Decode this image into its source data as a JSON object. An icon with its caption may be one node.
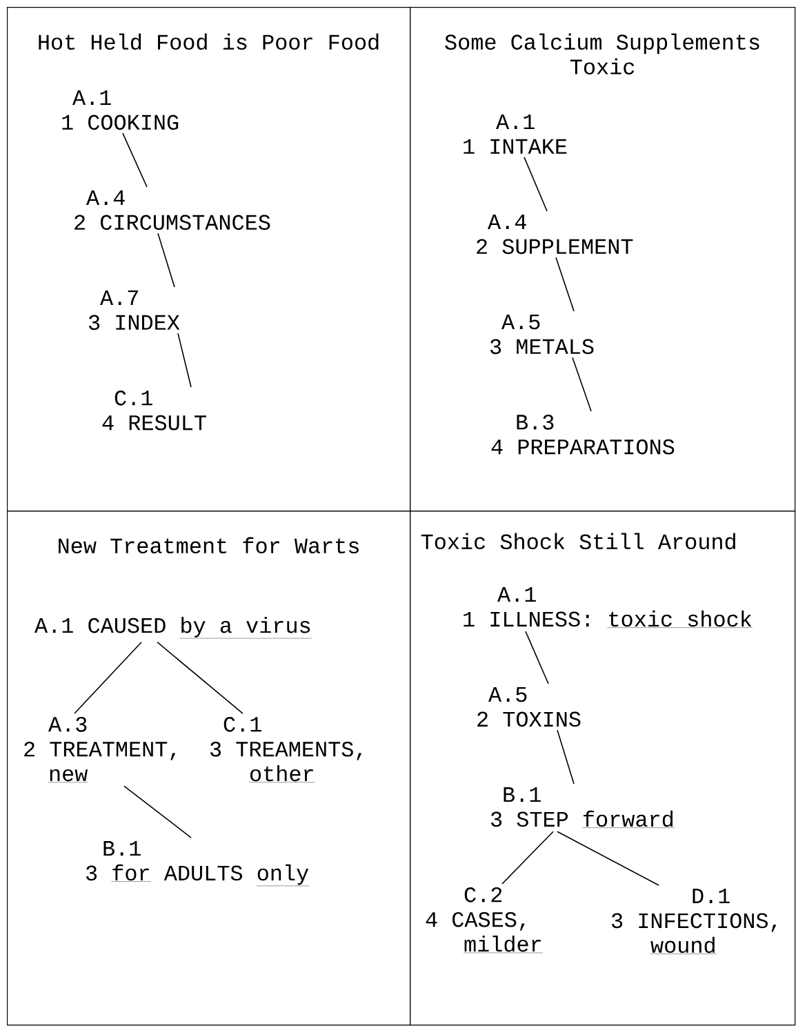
{
  "diagram": {
    "nodes": [
      {
        "text": [
          "Hot Held Food is Poor Food"
        ]
      },
      {
        "text": [
          "A.1",
          "1 COOKING"
        ],
        "in": 0
      },
      {
        "text": [
          "A.4",
          "2 CIRCUMSTANCES"
        ],
        "in": 0
      },
      {
        "text": [
          "A.7",
          "3 INDEX"
        ],
        "in": 0
      },
      {
        "text": [
          "C.1",
          "4 RESULT"
        ],
        "in": 0
      },
      {
        "text": [
          "Some Calcium Supplements Toxic"
        ]
      },
      {
        "text": [
          "A.1",
          "1 INTAKE"
        ],
        "in": 5
      },
      {
        "text": [
          "A.4",
          "2 SUPPLEMENT"
        ],
        "in": 5
      },
      {
        "text": [
          "A.5",
          "3 METALS"
        ],
        "in": 5
      },
      {
        "text": [
          "B.3",
          "4 PREPARATIONS"
        ],
        "in": 5
      },
      {
        "text": [
          "New Treatment for Warts"
        ]
      },
      {
        "text": [
          "A.1",
          "CAUSED",
          "by a virus"
        ],
        "in": 10
      },
      {
        "text": [
          "A.3",
          "2 TREATMENT,",
          "new"
        ],
        "in": 10
      },
      {
        "text": [
          "C.1",
          "3 TREAMENTS,",
          "other"
        ],
        "in": 10
      },
      {
        "text": [
          "B.1",
          "3",
          "for",
          "ADULTS",
          "only"
        ],
        "in": 10
      },
      {
        "text": [
          "Toxic Shock Still Around"
        ]
      },
      {
        "text": [
          "A.1",
          "1 ILLNESS:",
          "toxic shock"
        ],
        "in": 15
      },
      {
        "text": [
          "A.5",
          "2 TOXINS"
        ],
        "in": 15
      },
      {
        "text": [
          "B.1",
          "3 STEP",
          "forward"
        ],
        "in": 15
      },
      {
        "text": [
          "C.2",
          "4 CASES,",
          "milder"
        ],
        "in": 15
      },
      {
        "text": [
          "D.1",
          "3 INFECTIONS,",
          "wound"
        ],
        "in": 15
      }
    ],
    "edges": [
      {
        "from": 1,
        "to": 2,
        "arrow": "none"
      },
      {
        "from": 2,
        "to": 3,
        "arrow": "none"
      },
      {
        "from": 3,
        "to": 4,
        "arrow": "none"
      },
      {
        "from": 6,
        "to": 7,
        "arrow": "none"
      },
      {
        "from": 7,
        "to": 8,
        "arrow": "none"
      },
      {
        "from": 8,
        "to": 9,
        "arrow": "none"
      },
      {
        "from": 11,
        "to": 12,
        "arrow": "none"
      },
      {
        "from": 11,
        "to": 13,
        "arrow": "none"
      },
      {
        "from": 12,
        "to": 14,
        "arrow": "none"
      },
      {
        "from": 16,
        "to": 17,
        "arrow": "none"
      },
      {
        "from": 17,
        "to": 18,
        "arrow": "none"
      },
      {
        "from": 18,
        "to": 19,
        "arrow": "none"
      },
      {
        "from": 18,
        "to": 20,
        "arrow": "none"
      }
    ]
  }
}
